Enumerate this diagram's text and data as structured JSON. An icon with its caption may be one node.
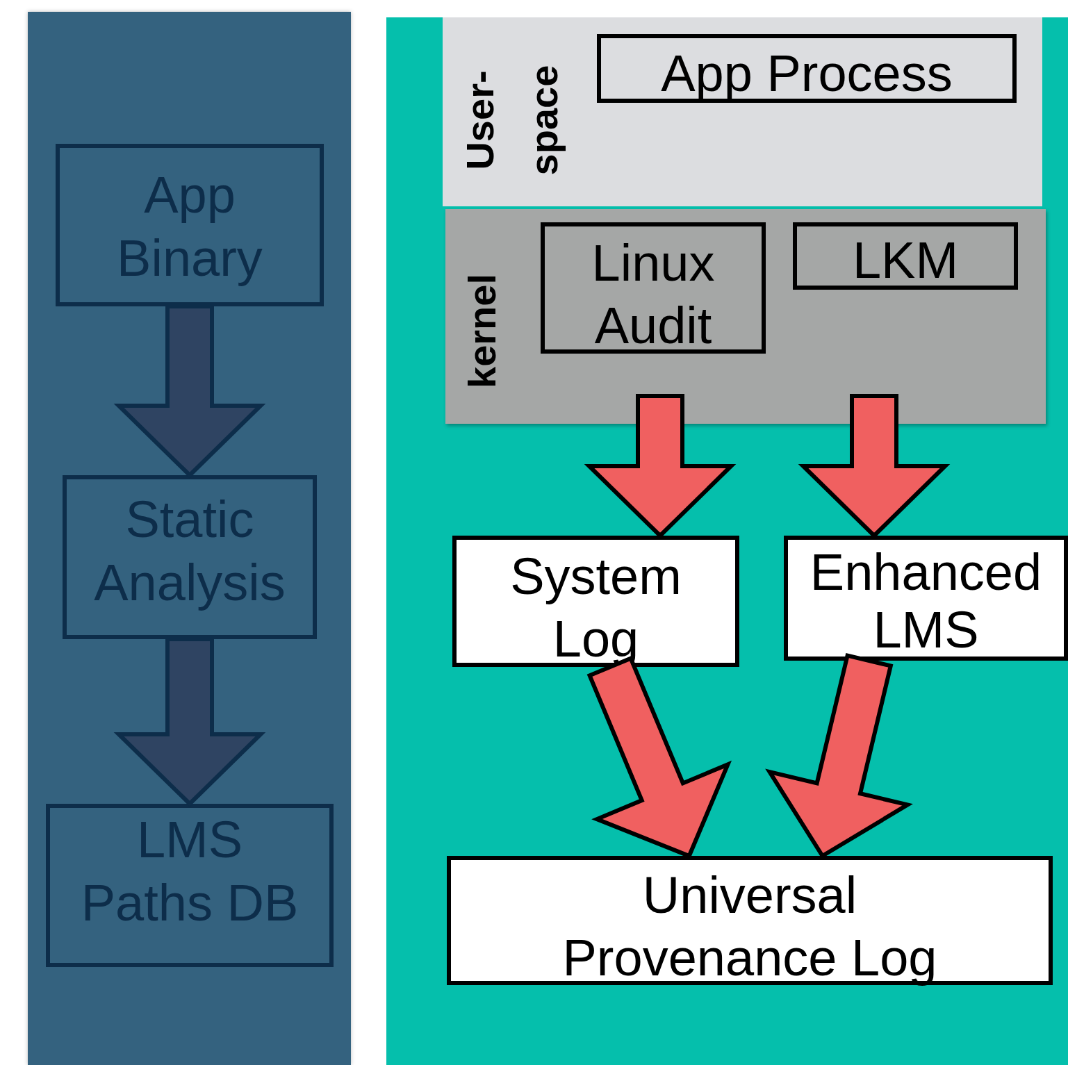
{
  "diagram": {
    "nodes": [
      {
        "text": [],
        "shape": "box"
      },
      {
        "text": [
          "App Binary"
        ],
        "in": 0
      },
      {
        "text": [
          "Static Analysis"
        ],
        "in": 0
      },
      {
        "text": [
          "LMS Paths DB"
        ],
        "in": 0
      },
      {
        "text": [],
        "shape": "box"
      },
      {
        "text": [
          "User- space"
        ],
        "in": 4
      },
      {
        "text": [
          "App Process"
        ],
        "in": 5
      },
      {
        "text": [
          "kernel"
        ],
        "in": 4
      },
      {
        "text": [
          "Linux Audit"
        ],
        "in": 7
      },
      {
        "text": [
          "LKM"
        ],
        "in": 7
      },
      {
        "text": [
          "System Log"
        ],
        "in": 4
      },
      {
        "text": [
          "Enhanced LMS"
        ],
        "in": 4
      },
      {
        "text": [
          "Universal Provenance Log"
        ],
        "in": 4
      }
    ],
    "edges": [
      {
        "from": 1,
        "to": 2,
        "arrow": "to",
        "color": "#2f4462"
      },
      {
        "from": 2,
        "to": 3,
        "arrow": "to",
        "color": "#2f4462"
      },
      {
        "from": 7,
        "to": 10,
        "arrow": "to"
      },
      {
        "from": 7,
        "to": 11,
        "arrow": "to"
      },
      {
        "from": 10,
        "to": 12,
        "arrow": "to"
      },
      {
        "from": 11,
        "to": 12,
        "arrow": "to"
      }
    ]
  }
}
